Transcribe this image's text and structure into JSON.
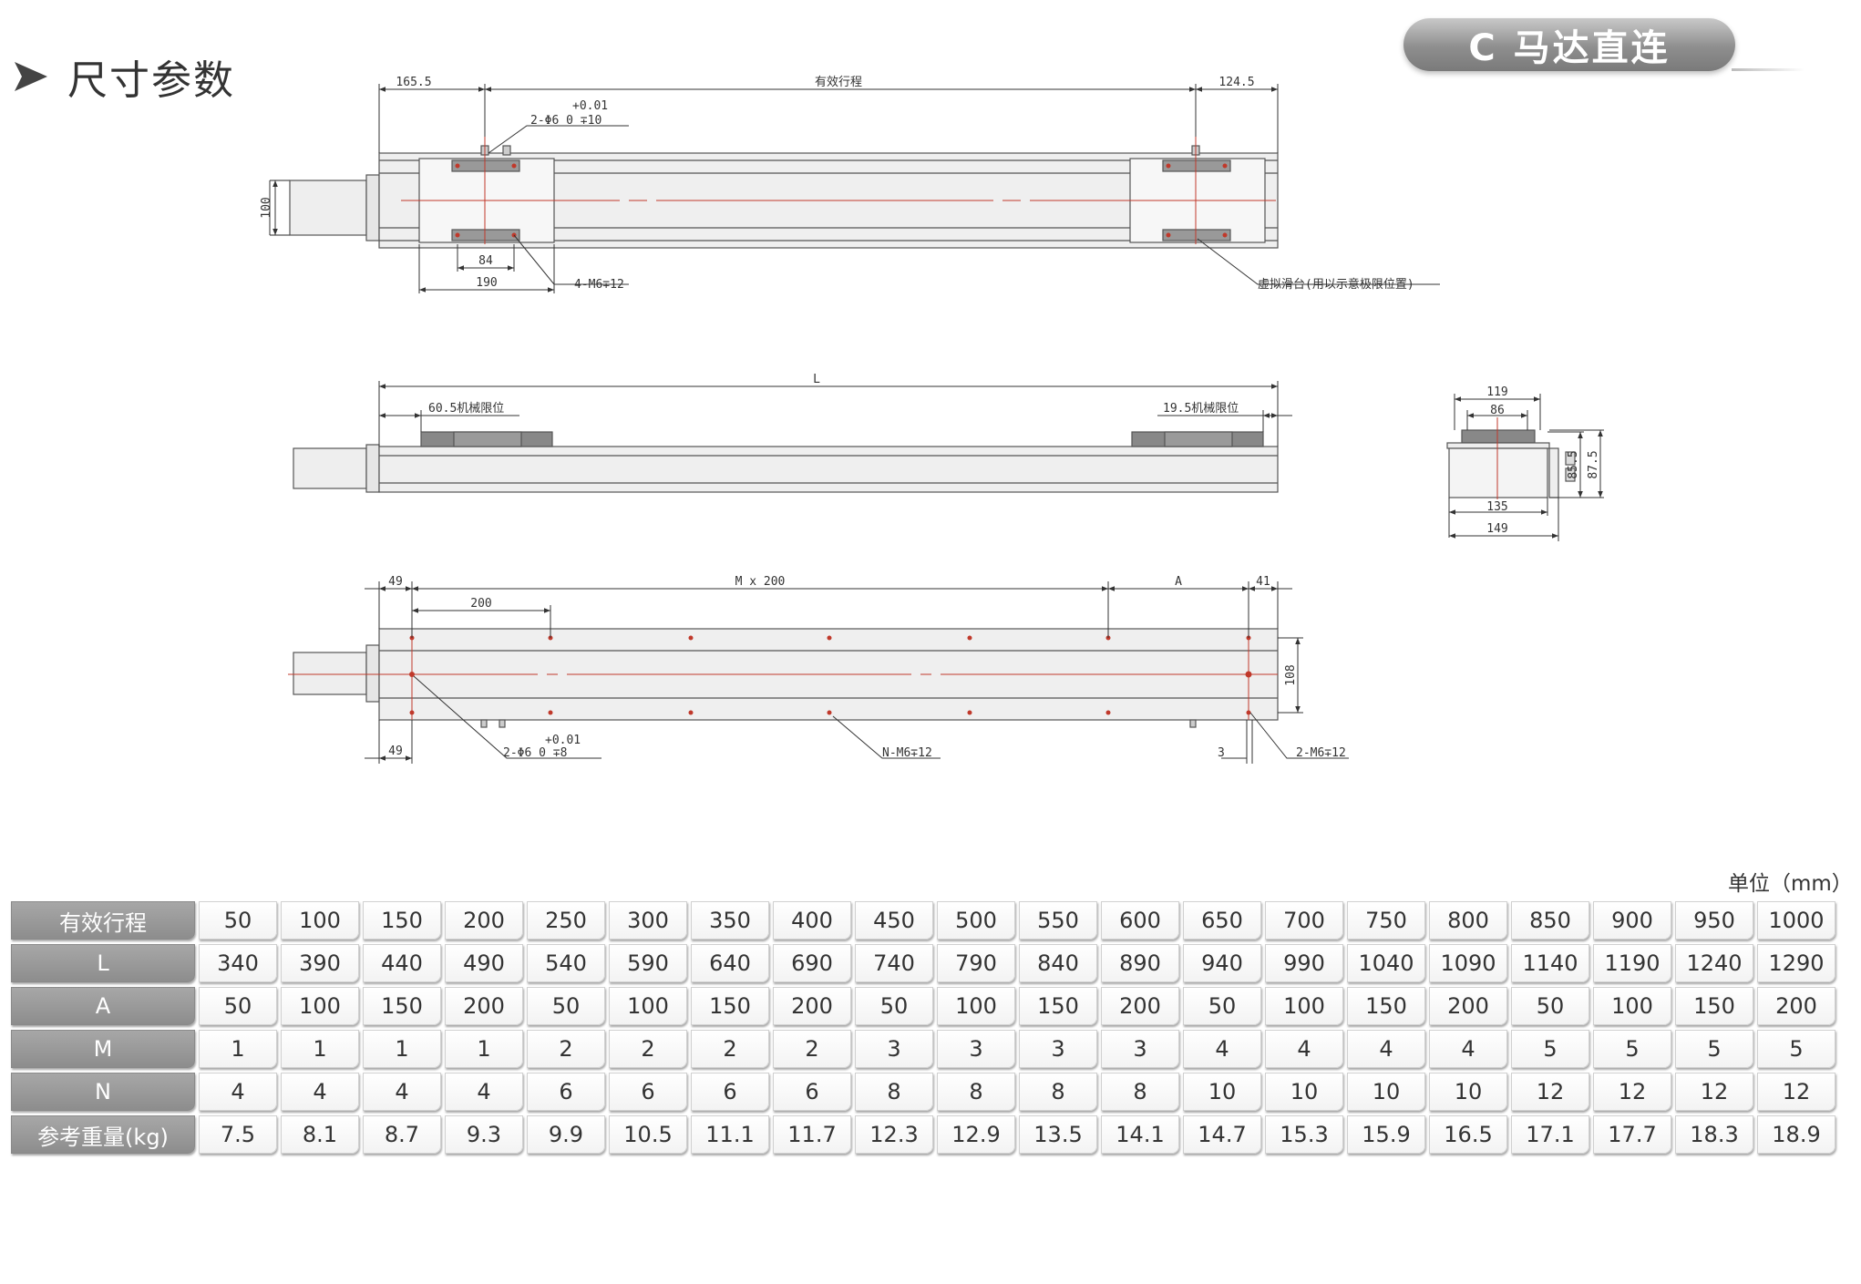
{
  "header": {
    "title": "尺寸参数",
    "badge": "C 马达直连"
  },
  "drawing": {
    "top_view": {
      "dim_left": "165.5",
      "dim_stroke": "有效行程",
      "dim_right": "124.5",
      "tol_plus": "+0.01",
      "hole_spec": "2-Φ6  0   ∓10",
      "dim_height": "100",
      "dim_84": "84",
      "dim_190": "190",
      "hole_slider": "4-M6∓12",
      "virtual_slider": "虚拟滑台(用以示意极限位置)"
    },
    "side_view": {
      "dim_L": "L",
      "limit_left": "60.5机械限位",
      "limit_right": "19.5机械限位"
    },
    "end_view": {
      "d119": "119",
      "d86": "86",
      "d135": "135",
      "d149": "149",
      "d855": "85.5",
      "d875": "87.5"
    },
    "bottom_view": {
      "d49_top": "49",
      "d200": "200",
      "d_mx": "M x 200",
      "d_a": "A",
      "d41": "41",
      "d108": "108",
      "d49_bot": "49",
      "tol_plus": "+0.01",
      "hole_left": "2-Φ6  0   ∓8",
      "hole_mid": "N-M6∓12",
      "d3": "3",
      "hole_right": "2-M6∓12"
    }
  },
  "unit_label": "单位（mm）",
  "table": {
    "rows": [
      {
        "label": "有效行程",
        "values": [
          "50",
          "100",
          "150",
          "200",
          "250",
          "300",
          "350",
          "400",
          "450",
          "500",
          "550",
          "600",
          "650",
          "700",
          "750",
          "800",
          "850",
          "900",
          "950",
          "1000"
        ]
      },
      {
        "label": "L",
        "values": [
          "340",
          "390",
          "440",
          "490",
          "540",
          "590",
          "640",
          "690",
          "740",
          "790",
          "840",
          "890",
          "940",
          "990",
          "1040",
          "1090",
          "1140",
          "1190",
          "1240",
          "1290"
        ]
      },
      {
        "label": "A",
        "values": [
          "50",
          "100",
          "150",
          "200",
          "50",
          "100",
          "150",
          "200",
          "50",
          "100",
          "150",
          "200",
          "50",
          "100",
          "150",
          "200",
          "50",
          "100",
          "150",
          "200"
        ]
      },
      {
        "label": "M",
        "values": [
          "1",
          "1",
          "1",
          "1",
          "2",
          "2",
          "2",
          "2",
          "3",
          "3",
          "3",
          "3",
          "4",
          "4",
          "4",
          "4",
          "5",
          "5",
          "5",
          "5"
        ]
      },
      {
        "label": "N",
        "values": [
          "4",
          "4",
          "4",
          "4",
          "6",
          "6",
          "6",
          "6",
          "8",
          "8",
          "8",
          "8",
          "10",
          "10",
          "10",
          "10",
          "12",
          "12",
          "12",
          "12"
        ]
      },
      {
        "label": "参考重量(kg)",
        "values": [
          "7.5",
          "8.1",
          "8.7",
          "9.3",
          "9.9",
          "10.5",
          "11.1",
          "11.7",
          "12.3",
          "12.9",
          "13.5",
          "14.1",
          "14.7",
          "15.3",
          "15.9",
          "16.5",
          "17.1",
          "17.7",
          "18.3",
          "18.9"
        ]
      }
    ]
  }
}
